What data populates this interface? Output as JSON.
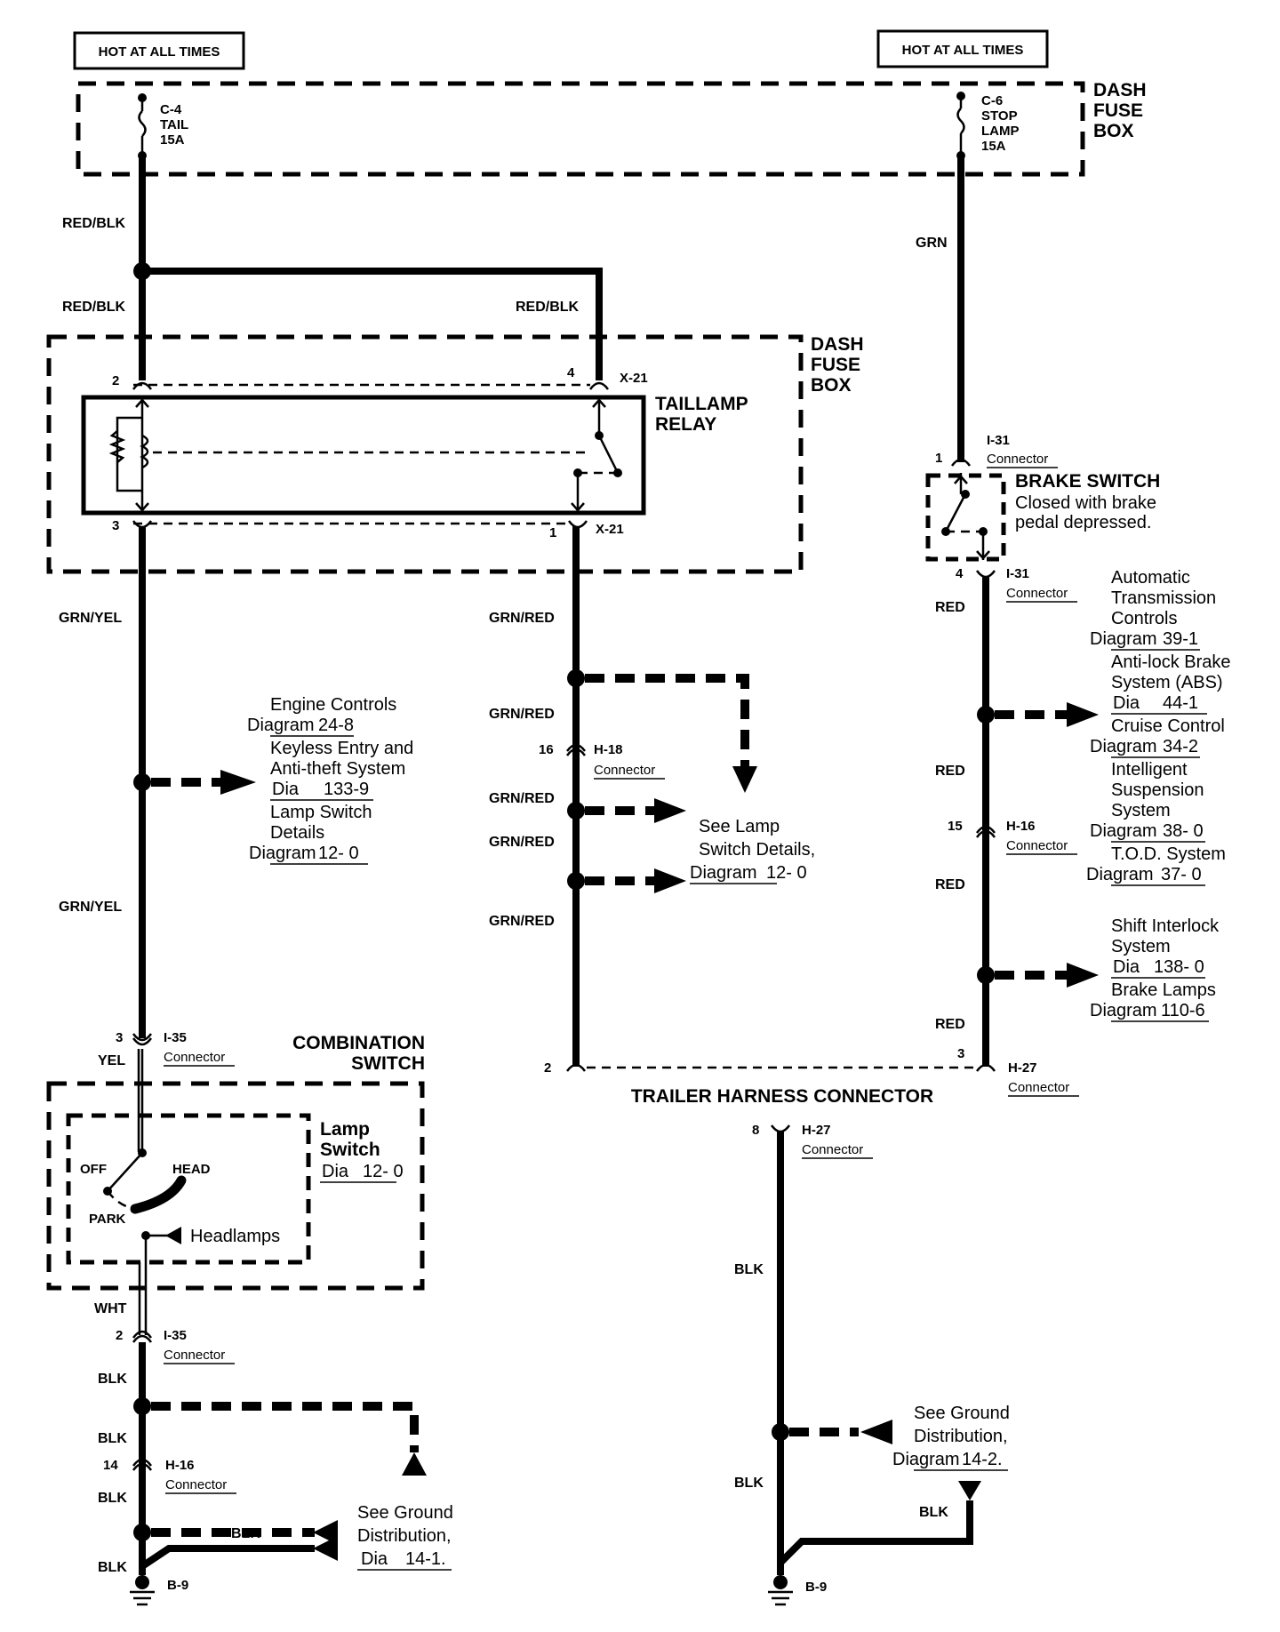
{
  "hot_left": "HOT AT ALL TIMES",
  "hot_right": "HOT AT ALL TIMES",
  "dash_fuse_box_top": [
    "DASH",
    "FUSE",
    "BOX"
  ],
  "dash_fuse_box_relay": [
    "DASH",
    "FUSE",
    "BOX"
  ],
  "fuse_c4": [
    "C-4",
    "TAIL",
    "15A"
  ],
  "fuse_c6": [
    "C-6",
    "STOP",
    "LAMP",
    "15A"
  ],
  "wires": {
    "red_blk_1": "RED/BLK",
    "red_blk_2": "RED/BLK",
    "red_blk_3": "RED/BLK",
    "grn_top": "GRN",
    "grn_yel_1": "GRN/YEL",
    "grn_yel_2": "GRN/YEL",
    "grn_red_1": "GRN/RED",
    "grn_red_2": "GRN/RED",
    "grn_red_3": "GRN/RED",
    "grn_red_4": "GRN/RED",
    "grn_red_5": "GRN/RED",
    "red_1": "RED",
    "red_2": "RED",
    "red_3": "RED",
    "red_4": "RED",
    "yel": "YEL",
    "wht": "WHT",
    "blk_1": "BLK",
    "blk_2": "BLK",
    "blk_3": "BLK",
    "blk_4": "BLK",
    "blk_5": "BLK",
    "blk_6": "BLK",
    "blk_7": "BLK",
    "blk_8": "BLK"
  },
  "taillamp_relay": [
    "TAILLAMP",
    "RELAY"
  ],
  "x21": "X-21",
  "x21b": "X-21",
  "pins": {
    "p2_top": "2",
    "p4": "4",
    "p3": "3",
    "p1": "1",
    "i31_1": "1",
    "i31_4": "4",
    "h18_16": "16",
    "h16_15": "15",
    "i35_3": "3",
    "i35_2": "2",
    "h16_14": "14",
    "trailer_2": "2",
    "trailer_3": "3",
    "h27_8": "8"
  },
  "connectors": {
    "i31_a": [
      "I-31",
      "Connector"
    ],
    "i31_b": [
      "I-31",
      "Connector"
    ],
    "h18": [
      "H-18",
      "Connector"
    ],
    "h16_a": [
      "H-16",
      "Connector"
    ],
    "i35_a": [
      "I-35",
      "Connector"
    ],
    "i35_b": [
      "I-35",
      "Connector"
    ],
    "h16_b": [
      "H-16",
      "Connector"
    ],
    "h27_a": [
      "H-27",
      "Connector"
    ],
    "h27_b": [
      "H-27",
      "Connector"
    ]
  },
  "brake_switch": {
    "title": "BRAKE SWITCH",
    "desc": [
      "Closed with brake",
      "pedal depressed."
    ]
  },
  "left_refs": {
    "l1": "Engine Controls",
    "l2a": "Diagram",
    "l2b": "24-8",
    "l3": "Keyless Entry and",
    "l4": "Anti-theft System",
    "l5a": "Dia",
    "l5b": "133-9",
    "l6": "Lamp Switch",
    "l7": "Details",
    "l8a": "Diagram",
    "l8b": "12- 0"
  },
  "mid_refs": {
    "l1": "See Lamp",
    "l2": "Switch Details,",
    "l3a": "Diagram",
    "l3b": "12- 0"
  },
  "right_refs_a": {
    "l1": "Automatic",
    "l2": "Transmission",
    "l3": "Controls",
    "l4a": "Diagram",
    "l4b": "39-1",
    "l5": "Anti-lock Brake",
    "l6": "System (ABS)",
    "l7a": "Dia",
    "l7b": "44-1",
    "l8": "Cruise Control",
    "l9a": "Diagram",
    "l9b": "34-2",
    "l10": "Intelligent",
    "l11": "Suspension",
    "l12": "System",
    "l13a": "Diagram",
    "l13b": "38- 0",
    "l14": "T.O.D. System",
    "l15a": "Diagram",
    "l15b": "37- 0"
  },
  "right_refs_b": {
    "l1": "Shift Interlock",
    "l2": "System",
    "l3a": "Dia",
    "l3b": "138- 0",
    "l4": "Brake Lamps",
    "l5a": "Diagram",
    "l5b": "110-6"
  },
  "combination_switch": [
    "COMBINATION",
    "SWITCH"
  ],
  "lamp_switch": {
    "l1": "Lamp",
    "l2": "Switch",
    "l3a": "Dia",
    "l3b": "12- 0",
    "off": "OFF",
    "head": "HEAD",
    "park": "PARK",
    "headlamps": "Headlamps"
  },
  "trailer_harness": "TRAILER HARNESS CONNECTOR",
  "ground_left": {
    "l1": "See Ground",
    "l2": "Distribution,",
    "l3a": "Dia",
    "l3b": "14-1."
  },
  "ground_right": {
    "l1": "See Ground",
    "l2": "Distribution,",
    "l3a": "Diagram",
    "l3b": "14-2."
  },
  "b9_left": "B-9",
  "b9_right": "B-9"
}
